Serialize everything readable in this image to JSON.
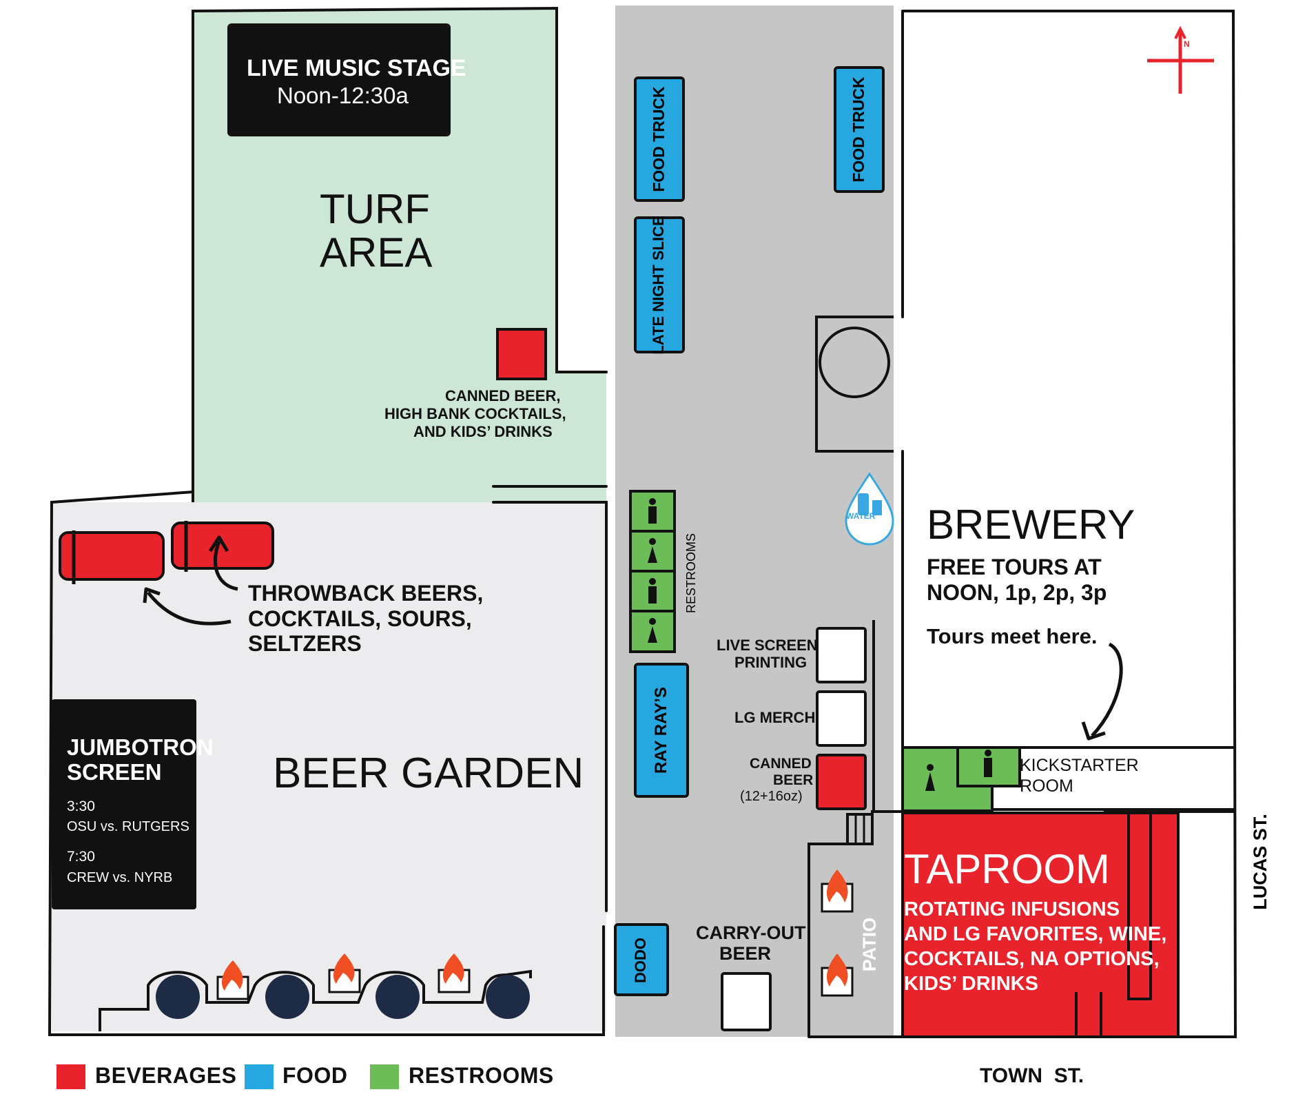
{
  "colors": {
    "beverage": "#e8232b",
    "food": "#26a7e0",
    "restroom": "#6cbd57",
    "turf": "#cde6d6",
    "garden": "#ececee",
    "street": "#c6c6c6",
    "dark": "#111111",
    "water_drop": "#3aa7e0"
  },
  "areas": {
    "stage_title": "LIVE MUSIC STAGE",
    "stage_hours": "Noon-12:30a",
    "turf_line1": "TURF",
    "turf_line2": "AREA",
    "turf_bar": [
      "CANNED BEER,",
      "HIGH BANK COCKTAILS,",
      "AND KIDS’ DRINKS"
    ],
    "throwback": [
      "THROWBACK BEERS,",
      "COCKTAILS, SOURS,",
      "SELTZERS"
    ],
    "jumbotron_title": [
      "JUMBOTRON",
      "SCREEN"
    ],
    "jumbotron_schedule": [
      {
        "time": "3:30",
        "match": "OSU vs. RUTGERS"
      },
      {
        "time": "7:30",
        "match": "CREW vs. NYRB"
      }
    ],
    "beer_garden": "BEER GARDEN",
    "brewery": "BREWERY",
    "brewery_tours": [
      "FREE TOURS AT",
      "NOON, 1p, 2p, 3p"
    ],
    "tours_meet": "Tours meet here.",
    "kickstarter": [
      "KICKSTARTER",
      "ROOM"
    ],
    "taproom": "TAPROOM",
    "taproom_desc": [
      "ROTATING INFUSIONS",
      "AND LG FAVORITES, WINE,",
      "COCKTAILS, NA OPTIONS,",
      "KIDS’ DRINKS"
    ],
    "patio": "PATIO",
    "carry_out": [
      "CARRY-OUT",
      "BEER"
    ],
    "live_screen": [
      "LIVE SCREEN",
      "PRINTING"
    ],
    "lg_merch": "LG MERCH",
    "canned_beer": [
      "CANNED",
      "BEER",
      "(12+16oz)"
    ],
    "restrooms": "RESTROOMS",
    "water": "WATER"
  },
  "vendors": {
    "food_truck_1": "FOOD TRUCK",
    "food_truck_2": "FOOD TRUCK",
    "late_night": "LATE NIGHT SLICE",
    "ray_rays": "RAY RAY’S",
    "dodo": "DODO"
  },
  "streets": {
    "town": "TOWN  ST.",
    "lucas": "LUCAS  ST."
  },
  "compass": "N",
  "legend": [
    {
      "label": "BEVERAGES",
      "color": "#e8232b"
    },
    {
      "label": "FOOD",
      "color": "#26a7e0"
    },
    {
      "label": "RESTROOMS",
      "color": "#6cbd57"
    }
  ]
}
